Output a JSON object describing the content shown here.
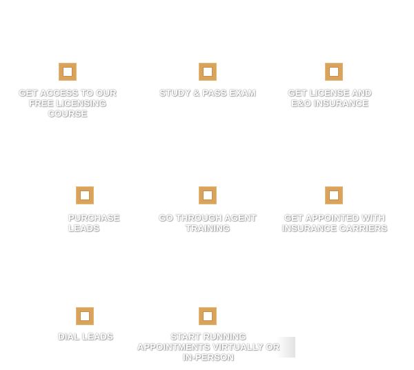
{
  "steps": [
    {
      "label": "GET ACCESS TO OUR FREE LICENSING COURSE",
      "icon": "square-outline-icon"
    },
    {
      "label": "STUDY & PASS EXAM",
      "icon": "square-outline-icon"
    },
    {
      "label": "GET LICENSE AND E&O INSURANCE",
      "icon": "square-outline-icon"
    },
    {
      "label": "PURCHASE LEADS",
      "icon": "square-outline-icon"
    },
    {
      "label": "GO THROUGH AGENT TRAINING",
      "icon": "square-outline-icon"
    },
    {
      "label": "GET APPOINTED WITH INSURANCE CARRIERS",
      "icon": "square-outline-icon"
    },
    {
      "label": "DIAL LEADS",
      "icon": "square-outline-icon"
    },
    {
      "label": "START RUNNING APPOINTMENTS VIRTUALLY OR IN-PERSON",
      "icon": "square-outline-icon"
    }
  ],
  "colors": {
    "icon_accent": "#d9a35c",
    "label_text": "#ffffff",
    "background": "#ffffff"
  }
}
